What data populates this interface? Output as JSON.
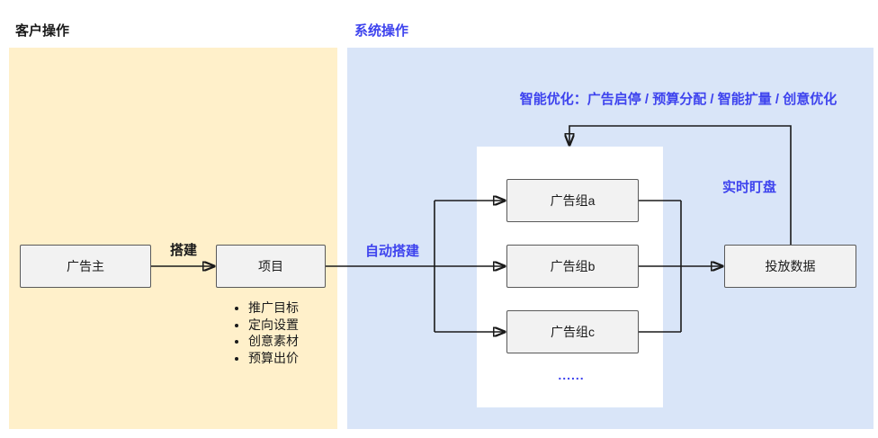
{
  "headers": {
    "customer_ops": "客户操作",
    "system_ops": "系统操作"
  },
  "nodes": {
    "advertiser": "广告主",
    "project": "项目",
    "ad_group_a": "广告组a",
    "ad_group_b": "广告组b",
    "ad_group_c": "广告组c",
    "delivery_data": "投放数据"
  },
  "labels": {
    "build": "搭建",
    "auto_build": "自动搭建",
    "smart_optimization": "智能优化：广告启停 / 预算分配 / 智能扩量 / 创意优化",
    "realtime_monitor": "实时盯盘",
    "ellipsis": "......"
  },
  "project_details": [
    "推广目标",
    "定向设置",
    "创意素材",
    "预算出价"
  ],
  "colors": {
    "customer_panel": "#FFF0CA",
    "system_panel": "#D9E5F8",
    "accent_blue": "#3E43EE",
    "node_fill": "#F2F2F2",
    "node_border": "#595959",
    "connector": "#1A1A1A"
  }
}
